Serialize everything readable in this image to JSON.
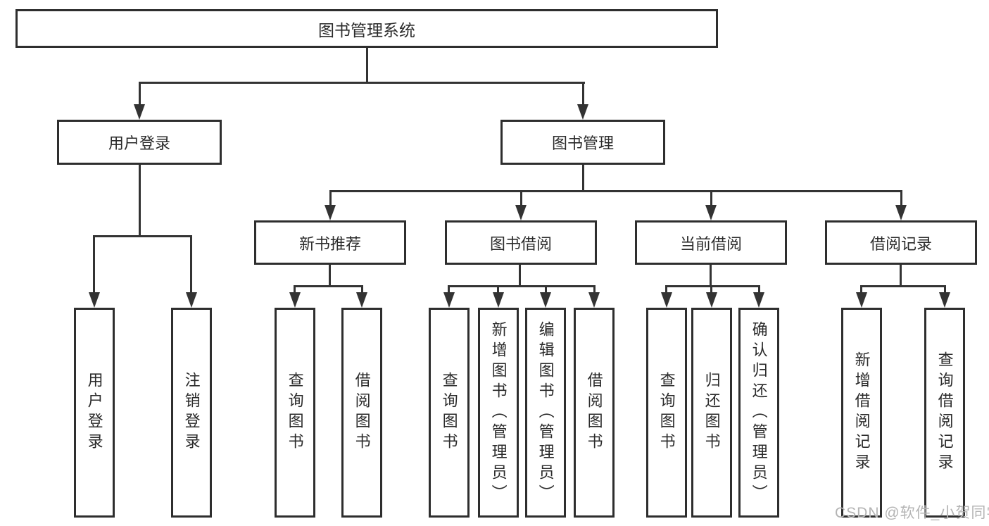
{
  "tree": {
    "root": {
      "label": "图书管理系统",
      "children": [
        {
          "label": "用户登录",
          "children": [
            {
              "label": "用户登录"
            },
            {
              "label": "注销登录"
            }
          ]
        },
        {
          "label": "图书管理",
          "children": [
            {
              "label": "新书推荐",
              "children": [
                {
                  "label": "查询图书"
                },
                {
                  "label": "借阅图书"
                }
              ]
            },
            {
              "label": "图书借阅",
              "children": [
                {
                  "label": "查询图书"
                },
                {
                  "label": "新增图书（管理员）"
                },
                {
                  "label": "编辑图书（管理员）"
                },
                {
                  "label": "借阅图书"
                }
              ]
            },
            {
              "label": "当前借阅",
              "children": [
                {
                  "label": "查询图书"
                },
                {
                  "label": "归还图书"
                },
                {
                  "label": "确认归还（管理员）"
                }
              ]
            },
            {
              "label": "借阅记录",
              "children": [
                {
                  "label": "新增借阅记录"
                },
                {
                  "label": "查询借阅记录"
                }
              ]
            }
          ]
        }
      ]
    }
  },
  "colors": {
    "line": "#333333",
    "border": "#2e2e2e",
    "text": "#2b2b2b",
    "watermark": "#b4b4b4",
    "background": "#ffffff"
  },
  "watermark": {
    "text": "CSDN @软件_小贺同学"
  }
}
